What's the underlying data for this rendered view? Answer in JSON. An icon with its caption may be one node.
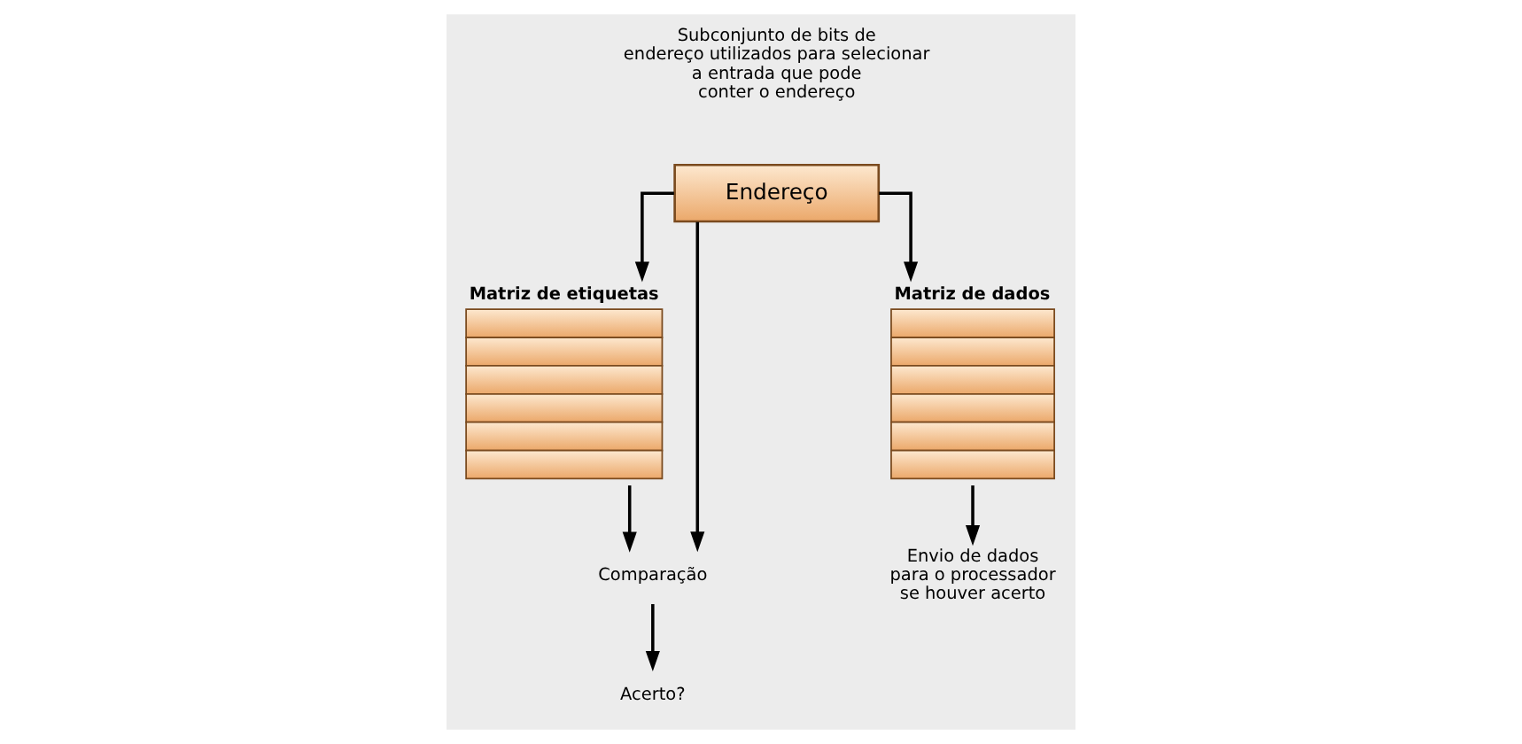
{
  "diagram": {
    "nodes": [
      {
        "text": [
          "Endereço"
        ]
      },
      {
        "text": [
          "Matriz de etiquetas"
        ]
      },
      {
        "text": [
          "Matriz de dados"
        ]
      },
      {
        "text": [
          "Comparação"
        ]
      },
      {
        "text": [
          "Acerto?"
        ]
      },
      {
        "text": [
          "Envio de dados para o processador se houver acerto"
        ]
      }
    ],
    "edges": [
      {
        "from": 0,
        "to": 1,
        "arrow": "to"
      },
      {
        "from": 0,
        "to": 2,
        "arrow": "to"
      },
      {
        "from": 0,
        "to": 3,
        "arrow": "to"
      },
      {
        "from": 1,
        "to": 3,
        "arrow": "to"
      },
      {
        "from": 3,
        "to": 4,
        "arrow": "to"
      },
      {
        "from": 2,
        "to": 5,
        "arrow": "to"
      }
    ],
    "labels": [
      "Subconjunto de bits de endereço utilizados para selecionar a entrada que pode conter o endereço"
    ]
  }
}
